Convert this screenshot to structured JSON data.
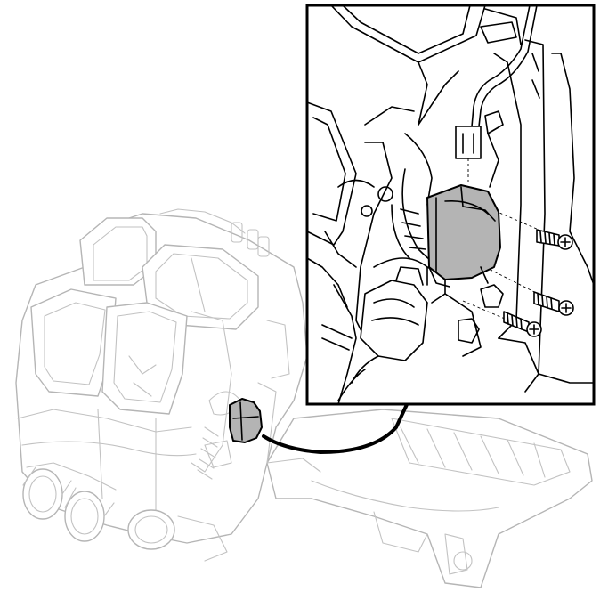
{
  "colors": {
    "background": "#ffffff",
    "outline_light": "#b5b5b5",
    "outline_dark": "#000000",
    "highlight_part": "#b4b4b4"
  },
  "components": {
    "heater_unit": "heater-housing-assembly",
    "actuator": "damper-actuator-motor",
    "connector": "wiring-connector",
    "screws": 3
  }
}
